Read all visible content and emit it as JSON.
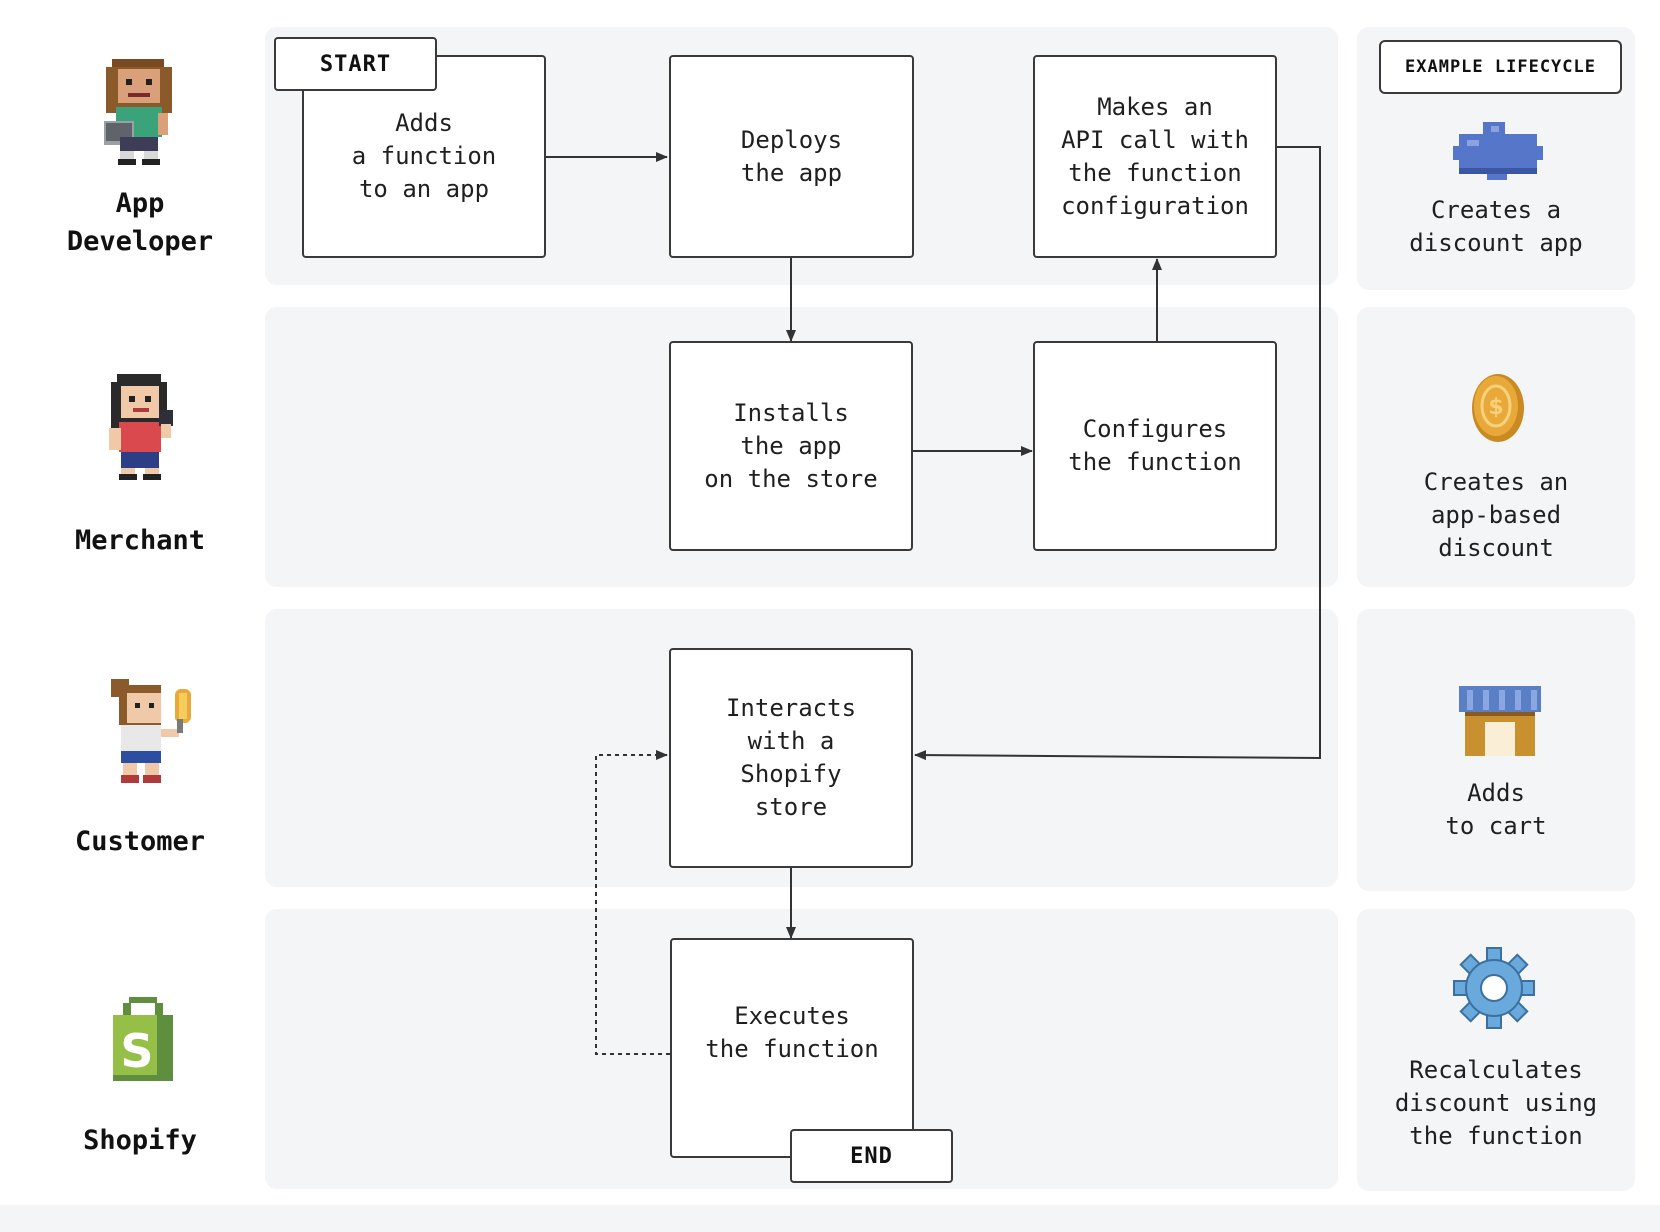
{
  "colors": {
    "lane_background": "#f4f5f7",
    "box_border": "#3a3a3a",
    "arrow": "#333333",
    "puzzle_blue": "#5677c9",
    "coin_gold": "#e8a93a",
    "awning_blue": "#5b7fc4",
    "gear_blue": "#6aa9dc",
    "shopify_green": "#95bf47"
  },
  "actors": [
    {
      "name": "App\nDeveloper",
      "icon": "developer-avatar-icon"
    },
    {
      "name": "Merchant",
      "icon": "merchant-avatar-icon"
    },
    {
      "name": "Customer",
      "icon": "customer-avatar-icon"
    },
    {
      "name": "Shopify",
      "icon": "shopify-bag-icon"
    }
  ],
  "steps": {
    "adds_function": "Adds\na function\nto an app",
    "deploys_app": "Deploys\nthe app",
    "makes_api_call": "Makes an\nAPI call with\nthe function\nconfiguration",
    "installs_app": "Installs\nthe app\non the store",
    "configures_function": "Configures\nthe function",
    "interacts_store": "Interacts\nwith a\nShopify\nstore",
    "executes_function": "Executes\nthe function"
  },
  "tags": {
    "start": "START",
    "end": "END",
    "example_lifecycle": "EXAMPLE LIFECYCLE"
  },
  "example_lifecycle": [
    {
      "text": "Creates a\ndiscount app",
      "icon": "puzzle-piece-icon"
    },
    {
      "text": "Creates an\napp-based\ndiscount",
      "icon": "gold-coin-icon"
    },
    {
      "text": "Adds\nto cart",
      "icon": "storefront-icon"
    },
    {
      "text": "Recalculates\ndiscount using\nthe function",
      "icon": "gear-icon"
    }
  ]
}
